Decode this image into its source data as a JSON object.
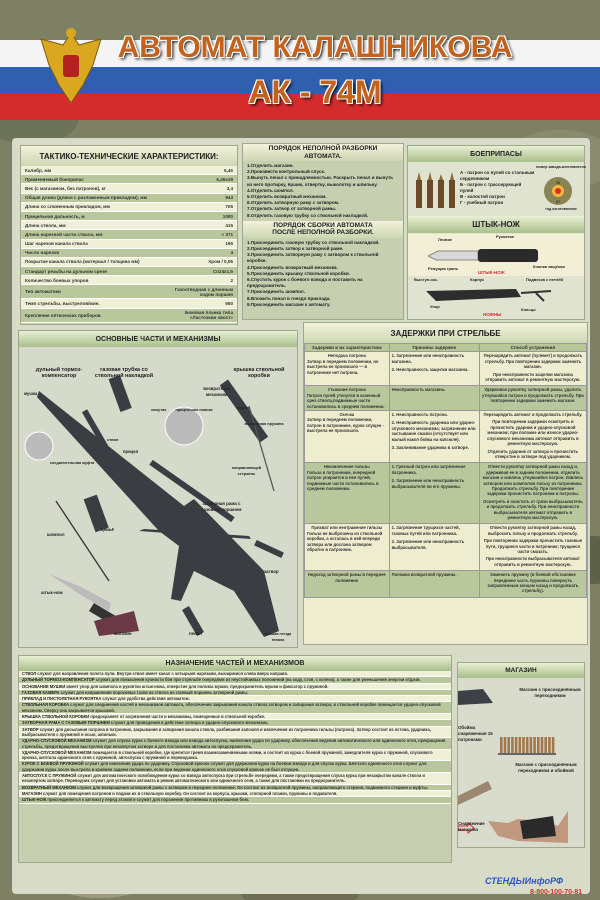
{
  "header": {
    "title_line1": "АВТОМАТ КАЛАШНИКОВА",
    "title_line2": "АК - 74М"
  },
  "colors": {
    "title": "#c2621d",
    "panel": "#d9dbc9",
    "flag_white": "#f4f4f4",
    "flag_blue": "#2f5fae",
    "flag_red": "#d42c2c"
  },
  "ttx": {
    "title": "ТАКТИКО-ТЕХНИЧЕСКИЕ ХАРАКТЕРИСТИКИ:",
    "rows": [
      {
        "k": "Калибр, мм",
        "v": "5,45"
      },
      {
        "k": "Применяемый боеприпас",
        "v": "5,45х39"
      },
      {
        "k": "Вес (с магазином, без патронов), кг",
        "v": "3,4"
      },
      {
        "k": "Общая длина (длина с разложенным прикладом), мм",
        "v": "943"
      },
      {
        "k": "Длина со сложенным прикладом, мм",
        "v": "705"
      },
      {
        "k": "Прицельная дальность, м",
        "v": "1000"
      },
      {
        "k": "Длина ствола, мм",
        "v": "415"
      },
      {
        "k": "Длина нарезной части ствола, мм",
        "v": "≈ 371"
      },
      {
        "k": "Шаг нарезов канала ствола",
        "v": "195"
      },
      {
        "k": "Число нарезов",
        "v": "4"
      },
      {
        "k": "Покрытие канала ствола (материал / толщина мм)",
        "v": "Хром / 0,05"
      },
      {
        "k": "Стандарт резьбы на дульном срезе",
        "v": "Сп24х1,5"
      },
      {
        "k": "Количество боевых упоров",
        "v": "2"
      },
      {
        "k": "Тип автоматики",
        "v": "Газоотводная с длинным ходом поршня"
      },
      {
        "k": "Темп стрельбы, выстрелов/мин.",
        "v": "650"
      },
      {
        "k": "Крепление оптических приборов",
        "v": "Боковая планка типа «Ласточкин хвост»"
      }
    ]
  },
  "disassembly": {
    "title": "ПОРЯДОК НЕПОЛНОЙ РАЗБОРКИ АВТОМАТА.",
    "steps": [
      "1.Отделить магазин.",
      "2.Произвести контрольный спуск.",
      "3.Вынуть пенал с принадлежностью. Раскрыть пенал и вынуть из него протирку, ёршик, отвертку, выколотку и шпильку.",
      "4.Отделить шомпол.",
      "5.Отделить возвратный механизм.",
      "6.Отделить затворную раму с затвором.",
      "7.Отделить затвор от затворной рамы.",
      "8.Отделить газовую трубку со ствольной накладкой."
    ]
  },
  "assembly": {
    "title": "ПОРЯДОК СБОРКИ АВТОМАТА ПОСЛЕ НЕПОЛНОЙ РАЗБОРКИ.",
    "steps": [
      "1.Присоединить газовую трубку со ствольной накладкой.",
      "2.Присоединить затвор к затворной раме.",
      "3.Присоединить затворную раму с затвором к ствольной коробке.",
      "4.Присоединить возвратный механизм.",
      "5.Присоединить крышку ствольной коробки.",
      "6.Спустить курок с боевого взвода и поставить на предохранитель.",
      "7.Присоединить шомпол.",
      "8.Вложить пенал в гнездо приклада.",
      "9.Присоединить магазин к автомату."
    ]
  },
  "ammo": {
    "title": "БОЕПРИПАСЫ",
    "items": [
      "А - патрон со пулей со стальным сердечником",
      "Б - патрон с трассирующей пулей",
      "В - холостой патрон",
      "Г - учебный патрон"
    ],
    "label_top": "номер завода-изготовителя",
    "label_bottom": "год изготовления",
    "n1": "38",
    "n2": "87"
  },
  "bayonet": {
    "title": "ШТЫК-НОЖ",
    "labels": [
      "Лезвие",
      "Рукоятка",
      "Режущая грань",
      "Кнопка защёлки",
      "Выступ-ось",
      "Корпус",
      "Подвеска с петлёй",
      "Упор",
      "Кольцо"
    ],
    "caption1": "ШТЫК-НОЖ",
    "caption2": "НОЖНЫ"
  },
  "parts": {
    "title": "ОСНОВНЫЕ ЧАСТИ И МЕХАНИЗМЫ",
    "labels": {
      "muzzle": "дульный тормоз-компенсатор",
      "gas": "газовая трубка со ствольной накладкой",
      "cover": "крышка ствольной коробки",
      "sight_front": "мушка",
      "hood": "хомутик",
      "bar": "прицельная планка",
      "recoil": "возвратный механизм",
      "coupling": "муфта",
      "spring": "возвратная пружина",
      "barrel": "ствол",
      "sight": "прицел",
      "joint": "соединительная муфта",
      "rod_guide": "направляющий стержень",
      "carrier": "затворная рама с газовым поршнем",
      "forearm": "цевьё",
      "rod": "шомпол",
      "bolt": "затвор",
      "knife": "штык-нож",
      "mag": "магазин",
      "case": "пенал",
      "lid": "крышка гнезда пенала"
    }
  },
  "malfunctions": {
    "title": "ЗАДЕРЖКИ ПРИ СТРЕЛЬБЕ",
    "headers": [
      "Задержки и их характеристика",
      "Причины задержек",
      "Способ устранения"
    ],
    "rows": [
      {
        "name": "Неподача патрона",
        "desc": "Затвор в переднем положении, но выстрела не произошло — в патроннике нет патрона.",
        "causes": [
          "1. Загрязнение или неисправность магазина.",
          "2. Неисправность защелки магазина."
        ],
        "fix": [
          "Перезарядить автомат (пулемет) и продолжать стрельбу. При повторении задержки заменить магазин.",
          "При неисправности защелки магазина отправить автомат в ремонтную мастерскую."
        ]
      },
      {
        "name": "Утыкание патрона",
        "desc": "Патрон пулей уткнулся в казенный срез ствола,подвижные части остановились в среднем положении.",
        "causes": [
          "Неисправность магазина."
        ],
        "fix": [
          "Удерживая рукоятку затворной рамы, удалить утнувшийся патрон и продолжать стрельбу. При повторении задержки заменить магазин."
        ]
      },
      {
        "name": "Осечка",
        "desc": "Затвор в переднем положении, патрон в патроннике, курок спущен - выстрела не произошло.",
        "causes": [
          "1. Неисправность патрона.",
          "2. Неисправность ударника или ударно-спускового механизма; загрязнение или застывание смазки (отсутствует или малый накол бойка на капсюле).",
          "3. Заклинивание ударника в затворе."
        ],
        "fix": [
          "Перезарядить автомат и продолжать стрельбу.",
          "При повторении задержки осмотреть и прочистить ударник и ударно-спусковой механизм; при поломке или износе ударно-спускового механизма автомат отправить в ремонтную мастерскую.",
          "Отделить ударник от затвора и прочистить отверстие в затворе под ударником."
        ]
      },
      {
        "name": "Неизвлечение гильзы",
        "desc": "Гильза в патроннике, очередной патрон упирается в нее пулей, подвижные части остановились в среднем положении.",
        "causes": [
          "1. Грязный патрон или загрязнение патронника.",
          "2. Загрязнение или неисправность выбрасывателя пи его пружины."
        ],
        "fix": [
          "Отвести рукоятку затворной рамы назад и, удерживая ее в заднем положении, отделить магазин и извлечь утнувшийся патрон. Извлечь затвором или шомполом гильзу из патронника. Продолжать стрельбу. При повторении задержки прочистить патронник и патроны.",
          "Осмотреть и очистить от грязи выбрасыватель и продолжать стрельбу. При неисправности выбрасывателя автомат отправить в ремонтную мастерскую."
        ]
      },
      {
        "name": "Прихват или неотражение гильзы",
        "desc": "Гильза не выброшена из ствольной коробки, а осталась в ней впереди затвора или дослана затвором обратно в патронник.",
        "causes": [
          "1. Загрязнение трущихся частей, газовых путей или патронника.",
          "2. Загрязнение или неисправность выбрасывателя."
        ],
        "fix": [
          "Отвести рукоятку затворной рамы назад, выбросить гильзу и продолжать стрельбу.",
          "При повторении задержки прочистить газовые пути, трущиеся части и патронник; трущиеся части смазать.",
          "При неисправности выбрасывателя автомат отправить в ремонтную мастерскую."
        ]
      },
      {
        "name": "Недоход затворной рамы в переднее положение",
        "desc": "",
        "causes": [
          "Поломка возвратной пружины."
        ],
        "fix": [
          "Заменить пружину (в боевой обстановке переднюю часть пружины повернуть заправленным концом назад и продолжать стрельбу)."
        ]
      }
    ]
  },
  "purpose": {
    "title": "НАЗНАЧЕНИЕ ЧАСТЕЙ И МЕХАНИЗМОВ",
    "items": [
      {
        "t": "СТВОЛ",
        "d": " служит для направления полета пули. Внутри ствол имеет канал с четырьмя нарезами, вьющимися слева вверх направо."
      },
      {
        "t": "ДУЛЬНЫЙ ТОРМОЗ-КОМПЕНСАТОР",
        "d": " служит для повышения кучности боя при стрельбе очередями из неустойчивых положений (на ходу, стоя, с колена), а также для уменьшения энергии отдачи."
      },
      {
        "t": "ОСНОВАНИЕ МУШКИ",
        "d": " имеет упор для шомпола и рукоятки штык-ножа, отверстие для полозка мушки, предохранитель мушки и фиксатор с пружиной."
      },
      {
        "t": "ГАЗОВАЯ КАМЕРА",
        "d": " служит для направления пороховых газов из ствола на газовый поршень затворной рамы."
      },
      {
        "t": "ПРИКЛАД И ПИСТОЛЕТНАЯ РУКОЯТКА",
        "d": " служат для удобства действия автоматом."
      },
      {
        "t": "СТВОЛЬНАЯ КОРОБКА",
        "d": " служит для соединения частей и механизмов автомата, обеспечения закрывания канала ствола затвором и запирания затвора; в ствольной коробке помещается ударно-спусковой механизм. Сверху она закрывается крышкой."
      },
      {
        "t": "КРЫШКА СТВОЛЬНОЙ КОРОБКИ",
        "d": " предохраняет от загрязнения части и механизмы, помещенные в ствольной коробке."
      },
      {
        "t": "ЗАТВОРНАЯ РАМА С ГАЗОВЫМ ПОРШНЕМ",
        "d": " служит для приведения в действие затвора и ударно-спускового механизма."
      },
      {
        "t": "ЗАТВОР",
        "d": " служит для досылания патрона в патронник, закрывания и запирания канала ствола, разбивания капсюля и извлечения из патронника гильзы (патрона). Затвор состоит из остова, ударника, выбрасывателя с пружиной и осью, шпильки."
      },
      {
        "t": "УДАРНО-СПУСКОВОЙ МЕХАНИЗМ",
        "d": " служит для спуска курка с боевого взвода или взвода автоспуска, нанесения удара по ударнику, обеспечения ведения автоматического или одиночного огня, прекращения стрельбы, предотвращения выстрелов при незапертом затворе и для постановки автомата на предохранитель."
      },
      {
        "t": "УДАРНО-СПУСКОВОЙ МЕХАНИЗМ",
        "d": " помещается в ствольной коробке, где крепится тремя взаимозаменяемыми осями, и состоит из курка с боевой пружиной, замедлителя курка с пружиной, спускового крючка, шептала одиночного огня с пружиной, автоспуска с пружиной и переводчика."
      },
      {
        "t": "КУРОК С БОЕВОЙ ПРУЖИНОЙ",
        "d": " служит для нанесения удара по ударнику. Спусковой крючок служит для удержания курка на боевом взводе и для спуска курка. Шептало одиночного огня служит для удержания курка после выстрела в крайнем заднем положении, если при ведении одиночного огня спусковой крючок не был отпущен."
      },
      {
        "t": "АВТОСПУСК С ПРУЖИНОЙ",
        "d": " служит для автоматического освобождения курка со взвода автоспуска при стрельбе очередями, а также предотвращения спуска курка при незакрытом канале ствола и незапертом затворе. Переводчик служит для установки автомата в режим автоматического или одиночного огня, а также для постановки на предохранитель."
      },
      {
        "t": "ВОЗВРАТНЫЙ МЕХАНИЗМ",
        "d": " служит для возвращения затворной рамы с затвором в переднее положение. Он состоит из возвратной пружины, направляющего стержня, подвижного стержня и муфты."
      },
      {
        "t": "МАГАЗИН",
        "d": " служит для помещения патронов и подачи их в ствольную коробку. Он состоит из корпуса, крышки, стопорной планки, пружины и подавателя."
      },
      {
        "t": "ШТЫК-НОЖ",
        "d": " присоединяется к автомату перед атакой и служит для поражения противника в рукопашном бою."
      }
    ]
  },
  "magazine": {
    "title": "МАГАЗИН",
    "labels": [
      "Магазин с присоединённым переходником",
      "Обойма снаряженная 15 патронами",
      "Магазин с присоединённым переходником и обоймой",
      "Снаряжение магазина"
    ]
  },
  "brand": {
    "name": "СТЕНДЫИнфоРФ",
    "phone": "8-800-100-70-81"
  }
}
